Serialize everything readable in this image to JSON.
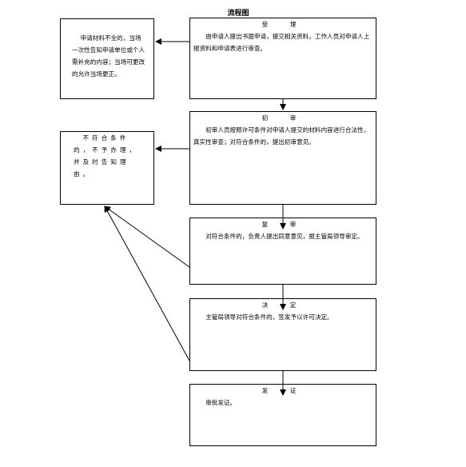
{
  "title": "流程图",
  "steps": [
    {
      "head": "受　理",
      "text": "由申请人提出书面申请，提交相关资料，工作人员对申请人上报资料和申请表进行审查。"
    },
    {
      "head": "初　审",
      "text": "初审人员按照许可条件对申请人提交的材料内容进行合法性、真实性审查；对符合条件的，提出初审意见。"
    },
    {
      "head": "复　审",
      "text": "对符合条件的，负责人提出同意意见，报主管局领导审定。"
    },
    {
      "head": "决　定",
      "text": "主管局领导对符合条件的，签发予以许可决定。"
    },
    {
      "head": "发　证",
      "text": "审批发证。"
    }
  ],
  "side_notes": {
    "supplement": "申请材料不全的，当场一次性告知申请单位或个人需补充的内容；当场可更改的允许当场更正。",
    "rejection": "不符合条件的，不予办理，并及时告知理由。"
  }
}
